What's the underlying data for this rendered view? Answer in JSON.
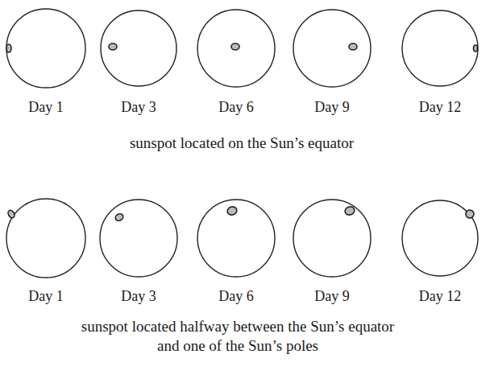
{
  "diagram": {
    "labels": [
      "Day 1",
      "Day 3",
      "Day 6",
      "Day 9",
      "Day 12",
      "sunspot located on the Sun’s equator",
      "Day 1",
      "Day 3",
      "Day 6",
      "Day 9",
      "Day 12",
      "sunspot located halfway between the Sun’s equator and one of the Sun’s poles"
    ]
  }
}
